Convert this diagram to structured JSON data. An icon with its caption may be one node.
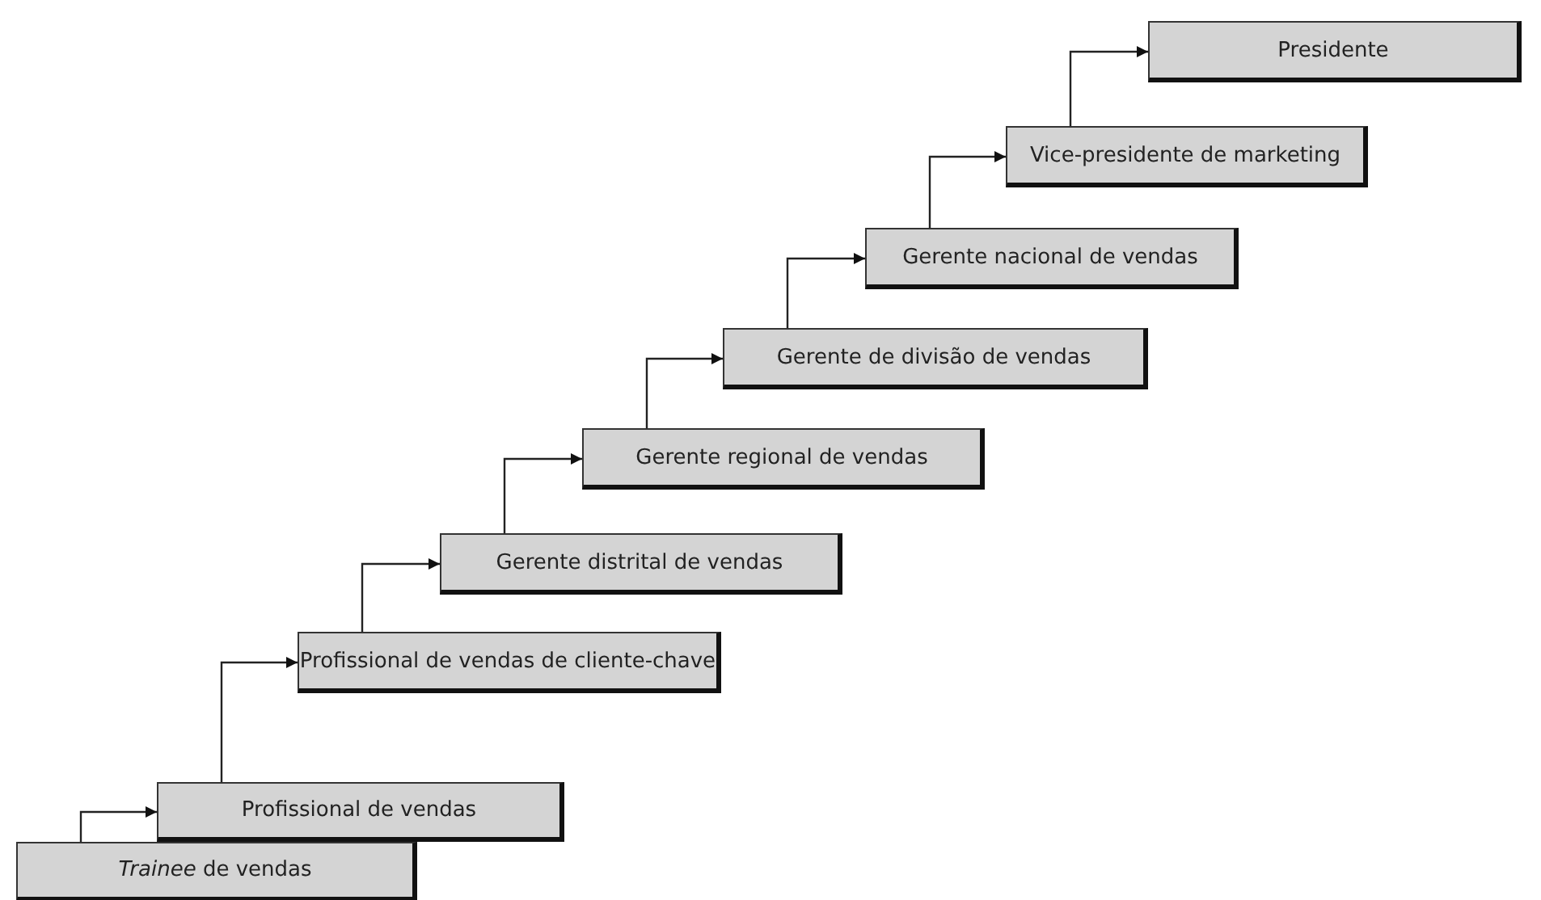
{
  "diagram": {
    "nodes": [
      {
        "text": [
          "*Trainee* de vendas"
        ]
      },
      {
        "text": [
          "Profissional de vendas"
        ]
      },
      {
        "text": [
          "Profissional de vendas de cliente-chave"
        ]
      },
      {
        "text": [
          "Gerente distrital de vendas"
        ]
      },
      {
        "text": [
          "Gerente regional de vendas"
        ]
      },
      {
        "text": [
          "Gerente de divisão de vendas"
        ]
      },
      {
        "text": [
          "Gerente nacional de vendas"
        ]
      },
      {
        "text": [
          "Vice-presidente de marketing"
        ]
      },
      {
        "text": [
          "Presidente"
        ]
      }
    ],
    "edges": [
      {
        "from": 0,
        "to": 1,
        "arrow": "to"
      },
      {
        "from": 1,
        "to": 2,
        "arrow": "to"
      },
      {
        "from": 2,
        "to": 3,
        "arrow": "to"
      },
      {
        "from": 3,
        "to": 4,
        "arrow": "to"
      },
      {
        "from": 4,
        "to": 5,
        "arrow": "to"
      },
      {
        "from": 5,
        "to": 6,
        "arrow": "to"
      },
      {
        "from": 6,
        "to": 7,
        "arrow": "to"
      },
      {
        "from": 7,
        "to": 8,
        "arrow": "to"
      }
    ]
  }
}
